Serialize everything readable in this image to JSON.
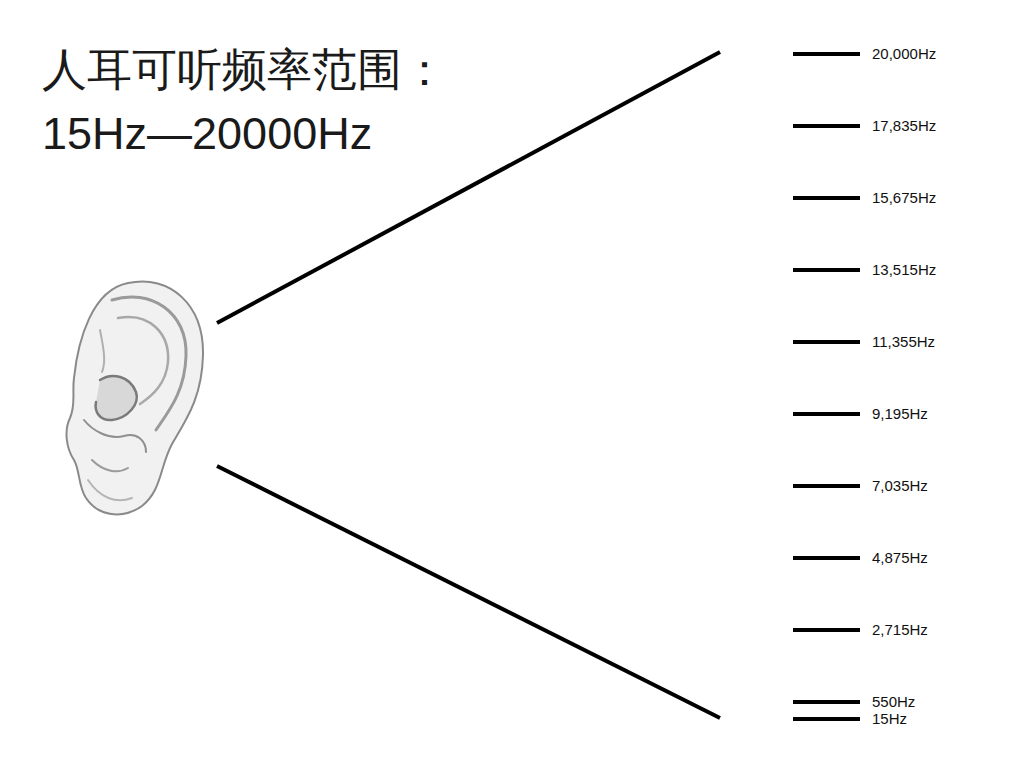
{
  "diagram": {
    "title": "人耳可听频率范围： 15Hz—20000Hz",
    "labels": [
      "20,000Hz",
      "17,835Hz",
      "15,675Hz",
      "13,515Hz",
      "11,355Hz",
      "9,195Hz",
      "7,035Hz",
      "4,875Hz",
      "2,715Hz",
      "550Hz",
      "15Hz"
    ]
  }
}
